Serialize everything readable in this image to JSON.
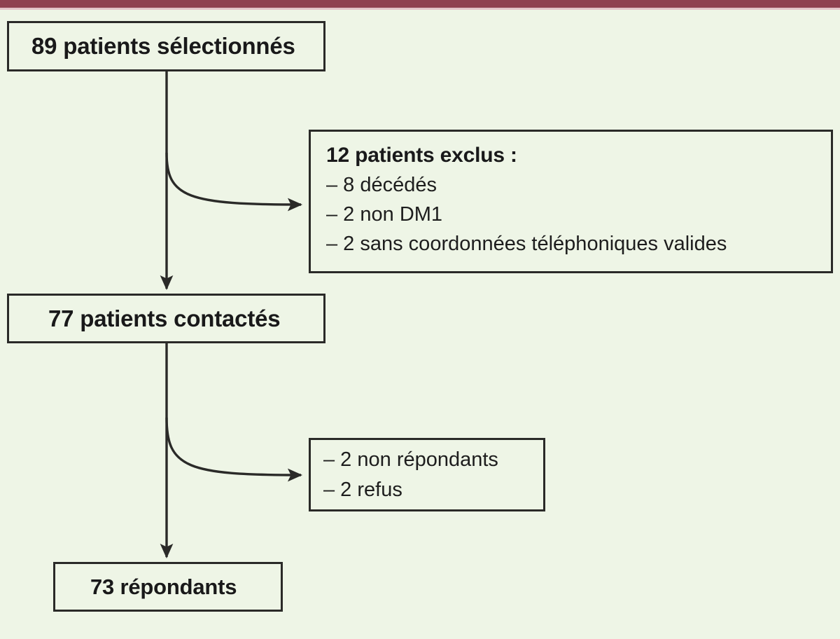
{
  "figure": {
    "type": "flowchart",
    "language": "fr",
    "background_color": "#eef5e6",
    "accent_bar_color": "#8e4150",
    "accent_bar_secondary_color": "#e2c4c8",
    "line_color": "#2a2a28"
  },
  "nodes": {
    "selected": {
      "title": "89 patients sélectionnés",
      "count": 89
    },
    "excluded": {
      "title": "12 patients exclus :",
      "count": 12,
      "items": [
        "– 8 décédés",
        "– 2 non DM1",
        "– 2 sans coordonnées téléphoniques valides"
      ]
    },
    "contacted": {
      "title": "77 patients contactés",
      "count": 77
    },
    "nonresponders": {
      "items": [
        "– 2 non répondants",
        "– 2 refus"
      ]
    },
    "responders": {
      "title": "73 répondants",
      "count": 73
    }
  },
  "edges": [
    {
      "name": "selected-to-contacted",
      "from": "selected",
      "to": "contacted",
      "style": "straight-arrow"
    },
    {
      "name": "selected-to-excluded",
      "from": "selected",
      "to": "excluded",
      "style": "curved-arrow"
    },
    {
      "name": "contacted-to-responders",
      "from": "contacted",
      "to": "responders",
      "style": "straight-arrow"
    },
    {
      "name": "contacted-to-nonresponders",
      "from": "contacted",
      "to": "nonresponders",
      "style": "curved-arrow"
    }
  ]
}
